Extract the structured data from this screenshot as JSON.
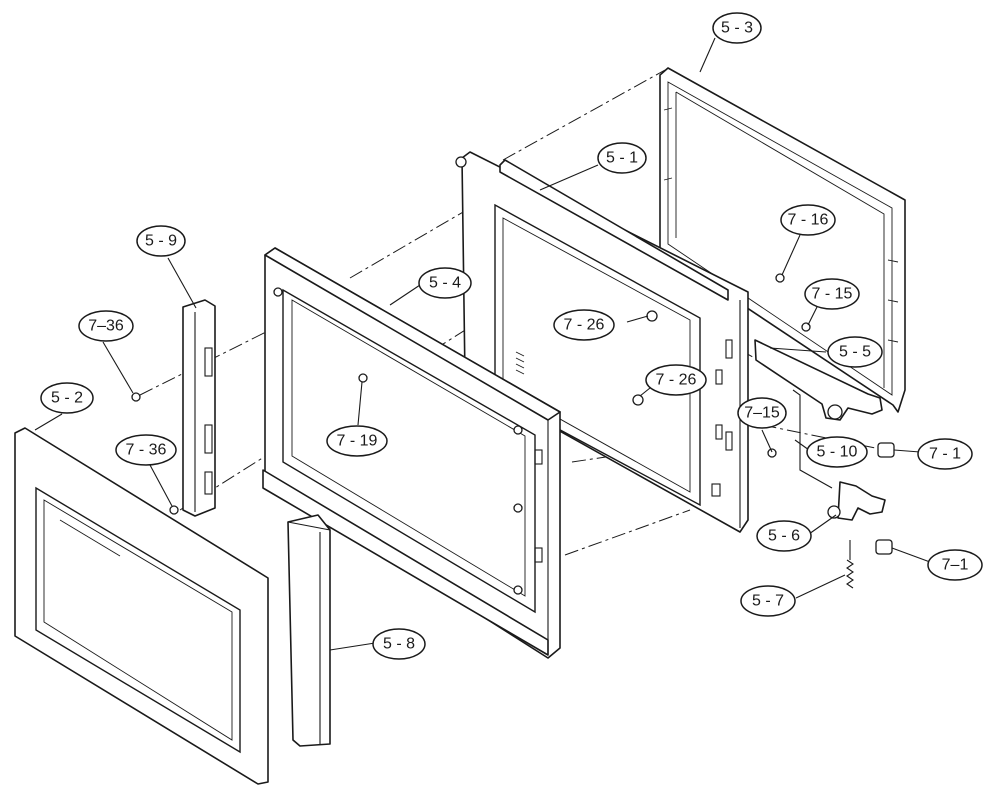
{
  "callouts": {
    "p5_3": "5 - 3",
    "p5_1": "5 - 1",
    "p7_16": "7 - 16",
    "p5_9": "5 - 9",
    "p5_4": "5 - 4",
    "p7_15a": "7 - 15",
    "p7_36a": "7–36",
    "p7_26a": "7 - 26",
    "p5_5": "5 - 5",
    "p5_2": "5 - 2",
    "p7_26b": "7 - 26",
    "p7_15b": "7–15",
    "p7_36b": "7 - 36",
    "p7_19": "7 - 19",
    "p5_10": "5 - 10",
    "p7_1a": "7 - 1",
    "p5_6": "5 - 6",
    "p7_1b": "7–1",
    "p5_7": "5 - 7",
    "p5_8": "5 - 8"
  }
}
